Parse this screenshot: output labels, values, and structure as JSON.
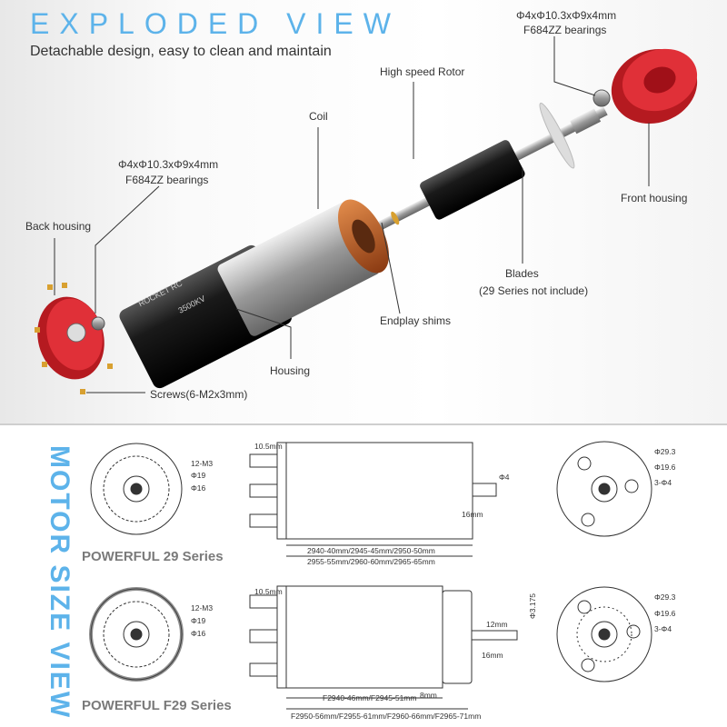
{
  "header": {
    "title": "EXPLODED VIEW",
    "subtitle": "Detachable design, easy to clean and maintain"
  },
  "exploded": {
    "front_bearing": {
      "size": "Φ4xΦ10.3xΦ9x4mm",
      "model": "F684ZZ  bearings"
    },
    "rotor": "High speed Rotor",
    "coil": "Coil",
    "back_bearing": {
      "size": "Φ4xΦ10.3xΦ9x4mm",
      "model": "F684ZZ bearings"
    },
    "back_housing": "Back housing",
    "front_housing": "Front housing",
    "blades": "Blades",
    "blades_note": "(29 Series not include)",
    "shims": "Endplay shims",
    "housing": "Housing",
    "screws": "Screws(6-M2x3mm)",
    "brand": "ROCKET RC",
    "kv": "3500KV"
  },
  "size_view": {
    "title": "MOTOR SIZE VIEW",
    "series_29": {
      "name": "POWERFUL 29 Series",
      "front": [
        "12-M3",
        "Φ19",
        "Φ16"
      ],
      "rear": [
        "Φ29.3",
        "Φ19.6",
        "3-Φ4"
      ],
      "lead": "10.5mm",
      "shaft_dia": "Φ4",
      "shaft_len": "16mm",
      "lengths_1": "2940-40mm/2945-45mm/2950-50mm",
      "lengths_2": "2955-55mm/2960-60mm/2965-65mm"
    },
    "series_f29": {
      "name": "POWERFUL F29 Series",
      "front": [
        "12-M3",
        "Φ19",
        "Φ16"
      ],
      "rear": [
        "Φ29.3",
        "Φ19.6",
        "3-Φ4"
      ],
      "lead": "10.5mm",
      "shaft_dia": "Φ3.175",
      "shaft_12": "12mm",
      "shaft_len": "16mm",
      "bell": "8mm",
      "lengths_1": "F2940-46mm/F2945-51mm",
      "lengths_2": "F2950-56mm/F2955-61mm/F2960-66mm/F2965-71mm"
    }
  },
  "colors": {
    "accent": "#5db3ea",
    "red": "#d8232a",
    "copper": "#c0602a"
  }
}
